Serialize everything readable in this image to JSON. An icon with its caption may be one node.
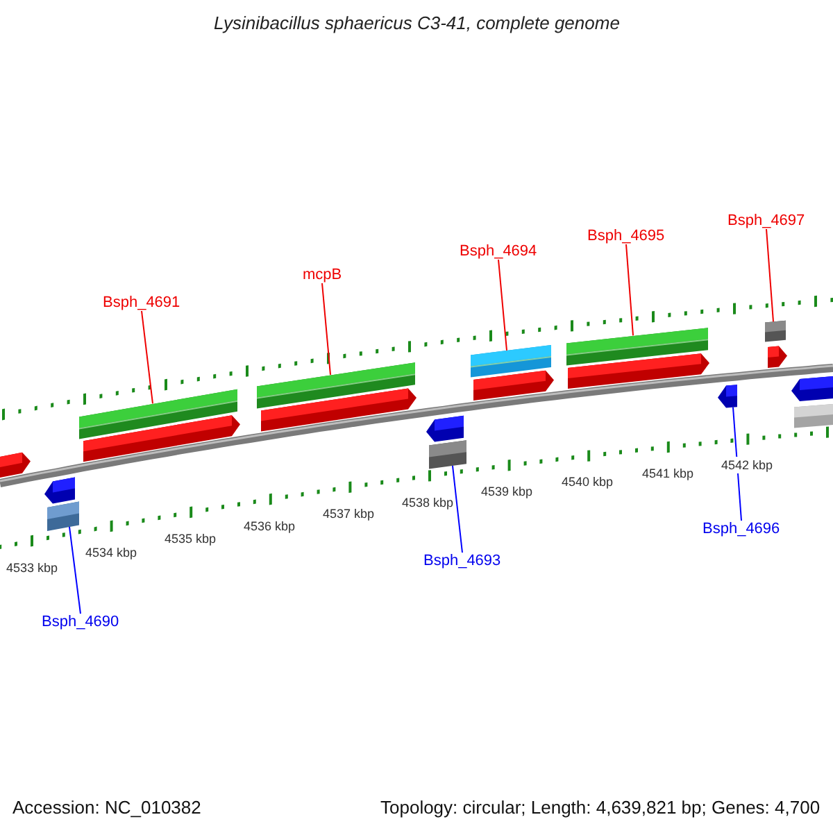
{
  "diagram": {
    "title": "Lysinibacillus sphaericus C3-41, complete genome",
    "nodes": [
      {
        "text": [
          "Bsph_4691"
        ]
      },
      {
        "text": [
          "mcpB"
        ]
      },
      {
        "text": [
          "Bsph_4694"
        ]
      },
      {
        "text": [
          "Bsph_4695"
        ]
      },
      {
        "text": [
          "Bsph_4697"
        ]
      },
      {
        "text": [
          "Bsph_4690"
        ]
      },
      {
        "text": [
          "Bsph_4693"
        ]
      },
      {
        "text": [
          "Bsph_4696"
        ]
      },
      {
        "text": [],
        "shape": "bar"
      },
      {
        "text": [],
        "shape": "bar"
      },
      {
        "text": [],
        "shape": "bar"
      },
      {
        "text": [],
        "shape": "bar"
      },
      {
        "text": [],
        "shape": "box"
      },
      {
        "text": [],
        "shape": "box"
      },
      {
        "text": [],
        "shape": "box"
      },
      {
        "text": [],
        "shape": "arrow"
      }
    ],
    "edges": [
      {
        "from": 0,
        "to": 8,
        "arrow": "none"
      },
      {
        "from": 1,
        "to": 9,
        "arrow": "none"
      },
      {
        "from": 2,
        "to": 10,
        "arrow": "none"
      },
      {
        "from": 3,
        "to": 11,
        "arrow": "none"
      },
      {
        "from": 4,
        "to": 12,
        "arrow": "none"
      },
      {
        "from": 5,
        "to": 13,
        "arrow": "none",
        "color": "#0000ff"
      },
      {
        "from": 6,
        "to": 14,
        "arrow": "none",
        "color": "#0000ff"
      },
      {
        "from": 7,
        "to": 15,
        "arrow": "none",
        "color": "#0000ff"
      }
    ],
    "labels": [
      "4533 kbp",
      "4534 kbp",
      "4535 kbp",
      "4536 kbp",
      "4537 kbp",
      "4538 kbp",
      "4539 kbp",
      "4540 kbp",
      "4541 kbp",
      "4542 kbp",
      "Accession: NC_010382",
      "Topology: circular; Length: 4,639,821 bp; Genes: 4,700"
    ]
  }
}
